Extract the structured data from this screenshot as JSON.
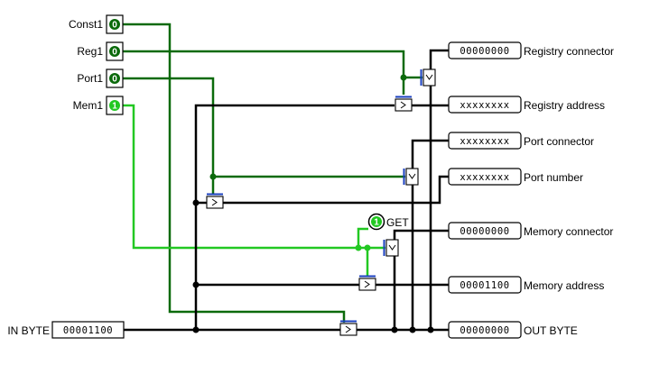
{
  "inputs": {
    "const1": {
      "label": "Const1",
      "value": "0"
    },
    "reg1": {
      "label": "Reg1",
      "value": "0"
    },
    "port1": {
      "label": "Port1",
      "value": "0"
    },
    "mem1": {
      "label": "Mem1",
      "value": "1"
    }
  },
  "get_button": {
    "label": "GET",
    "value": "1"
  },
  "in_byte": {
    "label": "IN BYTE",
    "value": "00001100"
  },
  "outputs": {
    "registry_connector": {
      "label": "Registry connector",
      "value": "00000000"
    },
    "registry_address": {
      "label": "Registry address",
      "value": "xxxxxxxx"
    },
    "port_connector": {
      "label": "Port connector",
      "value": "xxxxxxxx"
    },
    "port_number": {
      "label": "Port number",
      "value": "xxxxxxxx"
    },
    "memory_connector": {
      "label": "Memory connector",
      "value": "00000000"
    },
    "memory_address": {
      "label": "Memory address",
      "value": "00001100"
    },
    "out_byte": {
      "label": "OUT BYTE",
      "value": "00000000"
    }
  },
  "colors": {
    "wire_bus": "#000000",
    "wire_low": "#0b6a0b",
    "wire_high": "#22c822",
    "buffer_control": "#1a3fbf"
  }
}
